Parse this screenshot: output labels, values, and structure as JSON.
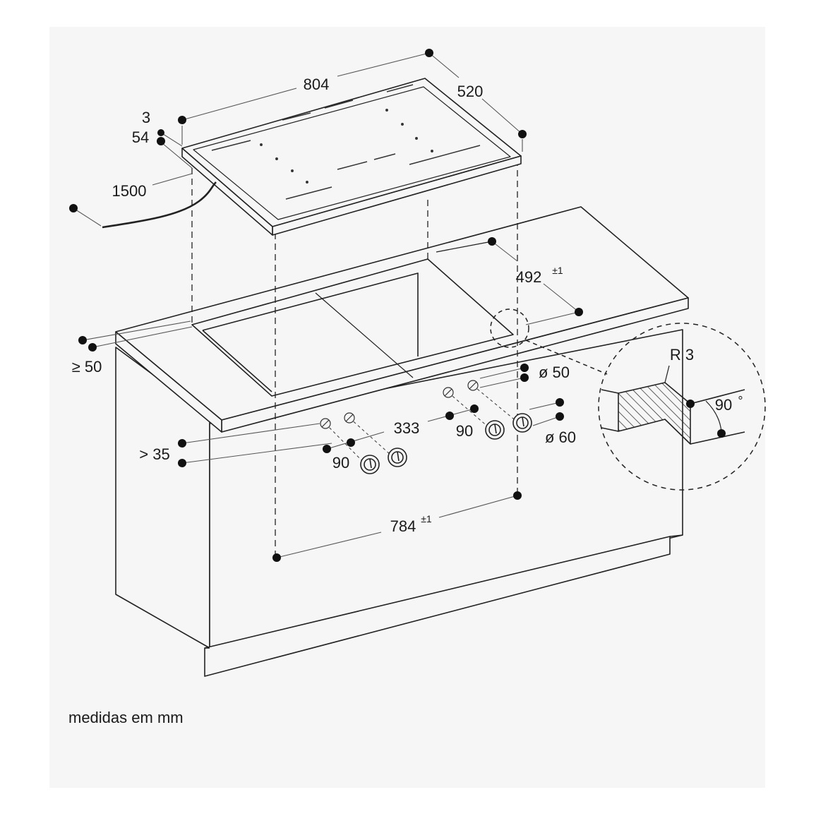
{
  "diagram": {
    "dim_width": "804",
    "dim_depth": "520",
    "dim_top_offset": "3",
    "dim_height": "54",
    "dim_cable": "1500",
    "dim_cutout_depth": "492",
    "dim_cutout_depth_tol": "±1",
    "dim_rear_clearance": "≥ 50",
    "dim_cutout_width": "784",
    "dim_cutout_width_tol": "±1",
    "dim_knob_spacing_main": "333",
    "dim_knob_spacing_left": "90",
    "dim_knob_spacing_right": "90",
    "dim_knob_hole_small": "ø 50",
    "dim_knob_hole_large": "ø 60",
    "dim_knob_top_clearance": "> 35",
    "detail_radius": "R 3",
    "detail_angle": "90",
    "detail_angle_unit": "°"
  },
  "caption": "medidas em mm"
}
